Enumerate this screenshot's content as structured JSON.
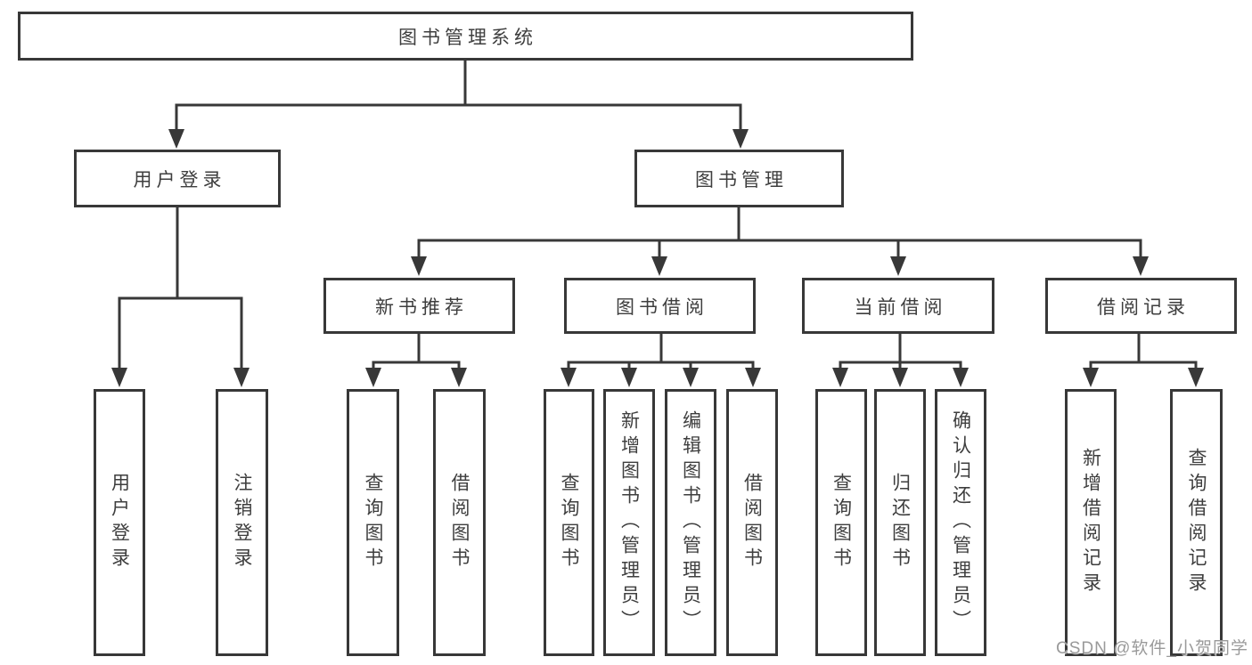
{
  "diagram": {
    "type": "hierarchy-tree",
    "colors": {
      "line": "#383838",
      "box_border": "#383838",
      "text": "#3e3e3e",
      "background": "#ffffff",
      "watermark": "#9a9a9a"
    },
    "tree": {
      "label": "图书管理系统",
      "children": [
        {
          "label": "用户登录",
          "children": [
            {
              "label": "用户登录"
            },
            {
              "label": "注销登录"
            }
          ]
        },
        {
          "label": "图书管理",
          "children": [
            {
              "label": "新书推荐",
              "children": [
                {
                  "label": "查询图书"
                },
                {
                  "label": "借阅图书"
                }
              ]
            },
            {
              "label": "图书借阅",
              "children": [
                {
                  "label": "查询图书"
                },
                {
                  "label": "新增图书（管理员）"
                },
                {
                  "label": "编辑图书（管理员）"
                },
                {
                  "label": "借阅图书"
                }
              ]
            },
            {
              "label": "当前借阅",
              "children": [
                {
                  "label": "查询图书"
                },
                {
                  "label": "归还图书"
                },
                {
                  "label": "确认归还（管理员）"
                }
              ]
            },
            {
              "label": "借阅记录",
              "children": [
                {
                  "label": "新增借阅记录"
                },
                {
                  "label": "查询借阅记录"
                }
              ]
            }
          ]
        }
      ]
    },
    "watermark": "CSDN @软件_小贺同学"
  }
}
